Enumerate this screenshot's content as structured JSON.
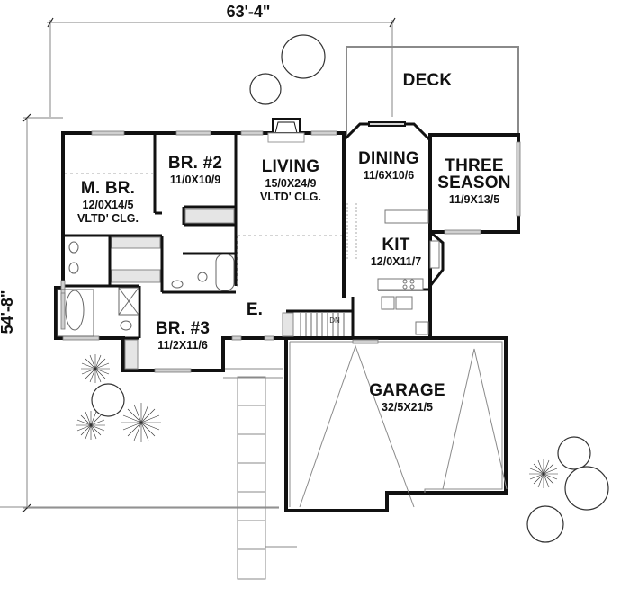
{
  "plan": {
    "overall_width": "63'-4\"",
    "overall_depth": "54'-8\"",
    "colors": {
      "wall": "#111111",
      "thin": "#9a9a9a",
      "window": "#c8c8c8",
      "background": "#ffffff"
    }
  },
  "rooms": {
    "deck": {
      "name": "DECK"
    },
    "master_bedroom": {
      "name": "M. BR.",
      "dims": "12/0X14/5",
      "note": "VLTD' CLG."
    },
    "bedroom2": {
      "name": "BR. #2",
      "dims": "11/0X10/9"
    },
    "living": {
      "name": "LIVING",
      "dims": "15/0X24/9",
      "note": "VLTD' CLG."
    },
    "dining": {
      "name": "DINING",
      "dims": "11/6X10/6"
    },
    "three_season": {
      "name_line1": "THREE",
      "name_line2": "SEASON",
      "dims": "11/9X13/5"
    },
    "kitchen": {
      "name": "KIT",
      "dims": "12/0X11/7"
    },
    "bedroom3": {
      "name": "BR. #3",
      "dims": "11/2X11/6"
    },
    "entry": {
      "name": "E."
    },
    "garage": {
      "name": "GARAGE",
      "dims": "32/5X21/5"
    }
  },
  "annotations": {
    "stairs_down": "DN"
  }
}
